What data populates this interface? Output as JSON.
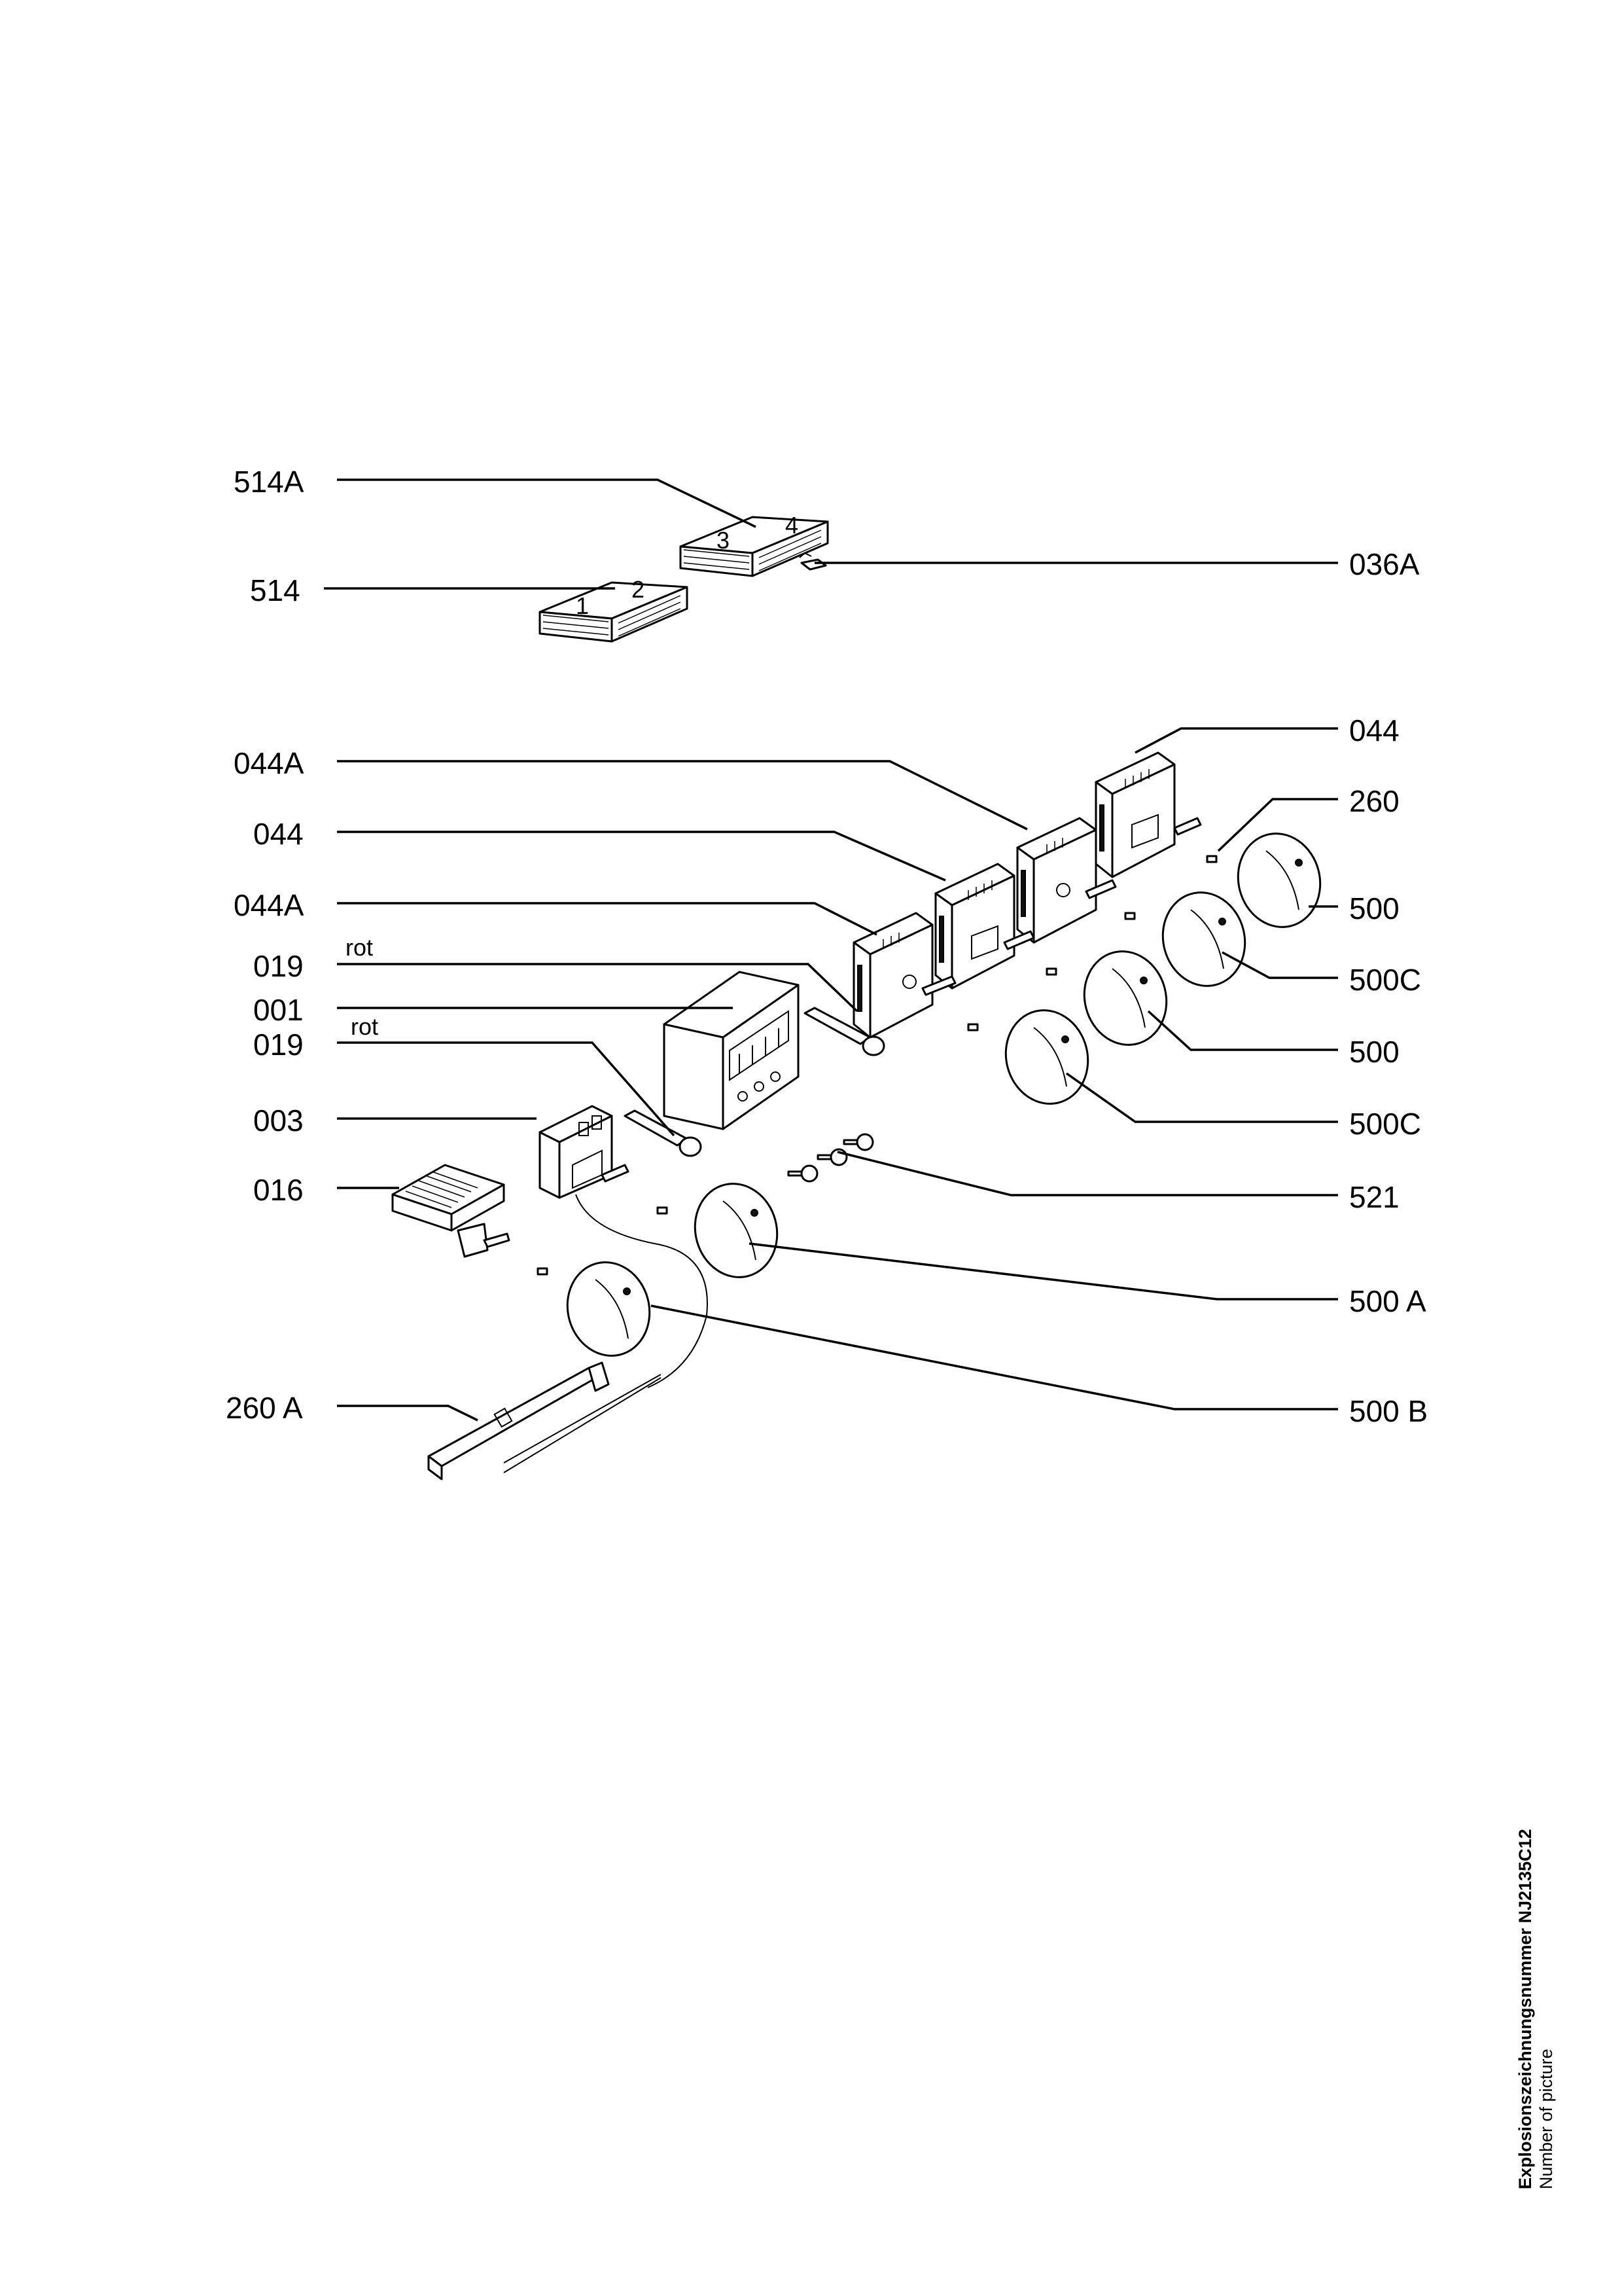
{
  "labels": {
    "p514A": "514A",
    "p514": "514",
    "p036A": "036A",
    "p044A_1": "044A",
    "p044_left": "044",
    "p044A_2": "044A",
    "p019_1": "019",
    "p001": "001",
    "p019_2": "019",
    "p003": "003",
    "p016": "016",
    "p260A": "260 A",
    "p044_right": "044",
    "p260": "260",
    "p500_1": "500",
    "p500C_1": "500C",
    "p500_2": "500",
    "p500C_2": "500C",
    "p521": "521",
    "p500A": "500 A",
    "p500B": "500 B"
  },
  "notes": {
    "rot_1": "rot",
    "rot_2": "rot"
  },
  "footer": {
    "title": "Explosionszeichnungsnummer NJ2135C12",
    "subtitle": "Number of picture"
  },
  "keypad_digits": {
    "d1": "1",
    "d2": "2",
    "d3": "3",
    "d4": "4"
  }
}
